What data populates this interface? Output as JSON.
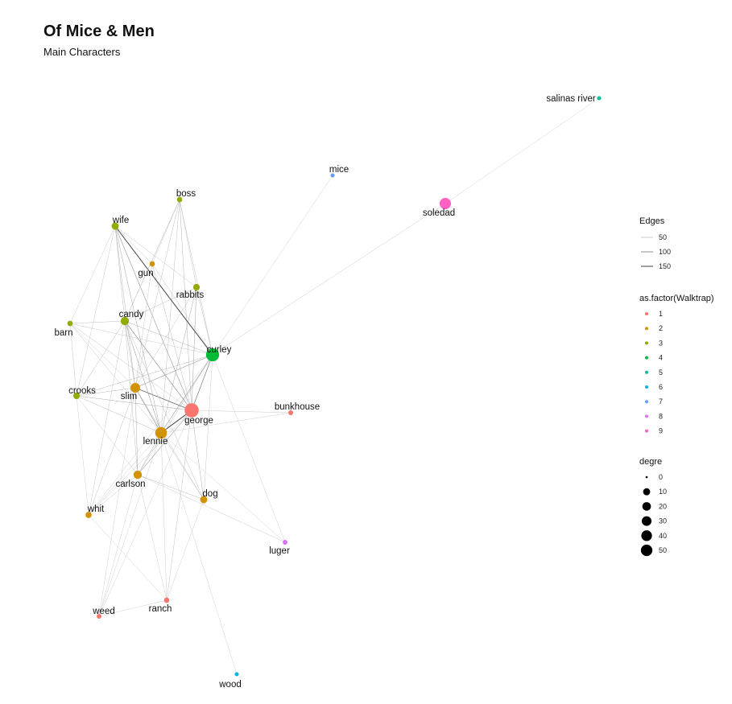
{
  "title": "Of Mice & Men",
  "subtitle": "Main Characters",
  "chart_data": {
    "type": "network",
    "nodes": [
      {
        "name": "george",
        "group": 1,
        "degree": 48
      },
      {
        "name": "ranch",
        "group": 1,
        "degree": 3
      },
      {
        "name": "weed",
        "group": 1,
        "degree": 2
      },
      {
        "name": "bunkhouse",
        "group": 1,
        "degree": 2
      },
      {
        "name": "lennie",
        "group": 2,
        "degree": 30
      },
      {
        "name": "slim",
        "group": 2,
        "degree": 18
      },
      {
        "name": "carlson",
        "group": 2,
        "degree": 12
      },
      {
        "name": "dog",
        "group": 2,
        "degree": 8
      },
      {
        "name": "gun",
        "group": 2,
        "degree": 3
      },
      {
        "name": "whit",
        "group": 2,
        "degree": 5
      },
      {
        "name": "candy",
        "group": 3,
        "degree": 12
      },
      {
        "name": "crooks",
        "group": 3,
        "degree": 6
      },
      {
        "name": "wife",
        "group": 3,
        "degree": 8
      },
      {
        "name": "boss",
        "group": 3,
        "degree": 3
      },
      {
        "name": "barn",
        "group": 3,
        "degree": 3
      },
      {
        "name": "rabbits",
        "group": 3,
        "degree": 6
      },
      {
        "name": "curley",
        "group": 4,
        "degree": 40
      },
      {
        "name": "salinas river",
        "group": 5,
        "degree": 1
      },
      {
        "name": "wood",
        "group": 6,
        "degree": 1
      },
      {
        "name": "mice",
        "group": 7,
        "degree": 1
      },
      {
        "name": "luger",
        "group": 8,
        "degree": 2
      },
      {
        "name": "soledad",
        "group": 9,
        "degree": 28
      }
    ],
    "edges": [
      [
        "george",
        "lennie",
        160
      ],
      [
        "george",
        "curley",
        90
      ],
      [
        "george",
        "slim",
        110
      ],
      [
        "george",
        "candy",
        70
      ],
      [
        "george",
        "carlson",
        60
      ],
      [
        "george",
        "dog",
        40
      ],
      [
        "george",
        "crooks",
        40
      ],
      [
        "george",
        "wife",
        60
      ],
      [
        "george",
        "boss",
        35
      ],
      [
        "george",
        "rabbits",
        45
      ],
      [
        "george",
        "bunkhouse",
        20
      ],
      [
        "george",
        "ranch",
        25
      ],
      [
        "george",
        "gun",
        30
      ],
      [
        "george",
        "barn",
        25
      ],
      [
        "george",
        "whit",
        25
      ],
      [
        "george",
        "weed",
        15
      ],
      [
        "lennie",
        "curley",
        60
      ],
      [
        "lennie",
        "slim",
        70
      ],
      [
        "lennie",
        "candy",
        50
      ],
      [
        "lennie",
        "rabbits",
        40
      ],
      [
        "lennie",
        "carlson",
        35
      ],
      [
        "lennie",
        "wife",
        45
      ],
      [
        "lennie",
        "crooks",
        30
      ],
      [
        "lennie",
        "boss",
        25
      ],
      [
        "lennie",
        "dog",
        25
      ],
      [
        "lennie",
        "barn",
        25
      ],
      [
        "lennie",
        "ranch",
        20
      ],
      [
        "lennie",
        "wood",
        15
      ],
      [
        "lennie",
        "luger",
        15
      ],
      [
        "lennie",
        "whit",
        20
      ],
      [
        "lennie",
        "weed",
        15
      ],
      [
        "lennie",
        "bunkhouse",
        15
      ],
      [
        "curley",
        "wife",
        150
      ],
      [
        "curley",
        "slim",
        55
      ],
      [
        "curley",
        "candy",
        35
      ],
      [
        "curley",
        "soledad",
        20
      ],
      [
        "curley",
        "crooks",
        30
      ],
      [
        "curley",
        "boss",
        25
      ],
      [
        "curley",
        "rabbits",
        30
      ],
      [
        "curley",
        "carlson",
        30
      ],
      [
        "curley",
        "dog",
        20
      ],
      [
        "curley",
        "barn",
        20
      ],
      [
        "curley",
        "gun",
        25
      ],
      [
        "curley",
        "whit",
        20
      ],
      [
        "curley",
        "luger",
        15
      ],
      [
        "curley",
        "mice",
        15
      ],
      [
        "soledad",
        "salinas river",
        15
      ],
      [
        "slim",
        "candy",
        40
      ],
      [
        "slim",
        "carlson",
        40
      ],
      [
        "slim",
        "crooks",
        30
      ],
      [
        "slim",
        "wife",
        30
      ],
      [
        "slim",
        "boss",
        25
      ],
      [
        "slim",
        "rabbits",
        25
      ],
      [
        "slim",
        "whit",
        25
      ],
      [
        "slim",
        "barn",
        20
      ],
      [
        "slim",
        "dog",
        25
      ],
      [
        "slim",
        "weed",
        15
      ],
      [
        "candy",
        "crooks",
        30
      ],
      [
        "candy",
        "wife",
        30
      ],
      [
        "candy",
        "barn",
        25
      ],
      [
        "candy",
        "rabbits",
        30
      ],
      [
        "candy",
        "boss",
        25
      ],
      [
        "candy",
        "carlson",
        25
      ],
      [
        "candy",
        "dog",
        25
      ],
      [
        "candy",
        "whit",
        20
      ],
      [
        "carlson",
        "luger",
        20
      ],
      [
        "carlson",
        "whit",
        20
      ],
      [
        "carlson",
        "ranch",
        15
      ],
      [
        "carlson",
        "dog",
        30
      ],
      [
        "carlson",
        "weed",
        15
      ],
      [
        "carlson",
        "crooks",
        20
      ],
      [
        "crooks",
        "whit",
        15
      ],
      [
        "crooks",
        "wife",
        20
      ],
      [
        "crooks",
        "barn",
        20
      ],
      [
        "wife",
        "barn",
        20
      ],
      [
        "wife",
        "gun",
        25
      ],
      [
        "wife",
        "rabbits",
        25
      ],
      [
        "boss",
        "rabbits",
        20
      ],
      [
        "boss",
        "candy",
        20
      ],
      [
        "boss",
        "gun",
        15
      ],
      [
        "dog",
        "ranch",
        15
      ],
      [
        "whit",
        "ranch",
        15
      ],
      [
        "weed",
        "ranch",
        15
      ],
      [
        "gun",
        "slim",
        20
      ]
    ]
  },
  "legend": {
    "edges_title": "Edges",
    "edges_items": [
      {
        "label": "50",
        "width": 50
      },
      {
        "label": "100",
        "width": 100
      },
      {
        "label": "150",
        "width": 150
      }
    ],
    "color_title": "as.factor(Walktrap)",
    "color_items": [
      {
        "label": "1",
        "color": "#F8766D"
      },
      {
        "label": "2",
        "color": "#D39200"
      },
      {
        "label": "3",
        "color": "#93AA00"
      },
      {
        "label": "4",
        "color": "#00BA38"
      },
      {
        "label": "5",
        "color": "#00C19F"
      },
      {
        "label": "6",
        "color": "#00B9E3"
      },
      {
        "label": "7",
        "color": "#619CFF"
      },
      {
        "label": "8",
        "color": "#DB72FB"
      },
      {
        "label": "9",
        "color": "#FF61C3"
      }
    ],
    "size_title": "degre",
    "size_items": [
      {
        "label": "0",
        "value": 0
      },
      {
        "label": "10",
        "value": 10
      },
      {
        "label": "20",
        "value": 20
      },
      {
        "label": "30",
        "value": 30
      },
      {
        "label": "40",
        "value": 40
      },
      {
        "label": "50",
        "value": 50
      }
    ]
  }
}
